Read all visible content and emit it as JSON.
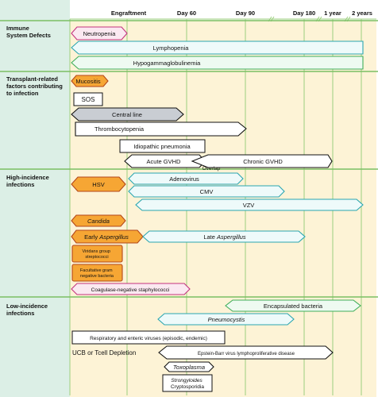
{
  "timeline": {
    "labels": [
      "Engraftment",
      "Day 60",
      "Day 90",
      "Day 180",
      "1 year",
      "2 years"
    ]
  },
  "sections": [
    {
      "id": "immune",
      "title": [
        "Immune",
        "System Defects"
      ]
    },
    {
      "id": "transplant",
      "title": [
        "Transplant-related",
        "factors contributing",
        "to infection"
      ]
    },
    {
      "id": "high",
      "title": [
        "High-incidence",
        "infections"
      ]
    },
    {
      "id": "low",
      "title": [
        "Low-incidence",
        "infections"
      ]
    }
  ],
  "bars": {
    "neutropenia": "Neutropenia",
    "lymphopenia": "Lymphopenia",
    "hypogamma": "Hypogammaglobulinemia",
    "mucositis": "Mucositis",
    "sos": "SOS",
    "central_line": "Central line",
    "thrombocytopenia": "Thrombocytopenia",
    "idiopathic_pneumonia": "Idiopathic pneumonia",
    "acute_gvhd": "Acute GVHD",
    "overlap": "Overlap",
    "chronic_gvhd": "Chronic GVHD",
    "hsv": "HSV",
    "adenovirus": "Adenovirus",
    "cmv": "CMV",
    "vzv": "VZV",
    "candida": "Candida",
    "early_aspergillus": [
      "Early ",
      "Aspergillus"
    ],
    "late_aspergillus": [
      "Late ",
      "Aspergillus"
    ],
    "viridans": [
      "Viridans group",
      "streptococci"
    ],
    "facultative": [
      "Facultative gram",
      "negative bacteria"
    ],
    "coag_neg": "Coagulase-negative staphylococci",
    "encapsulated": "Encapsulated bacteria",
    "pneumocystis": "Pneumocystis",
    "resp_viruses": "Respiratory and enteric viruses (episodic, endemic)",
    "ucb_tcell": "UCB or Tcell Depletion",
    "ebv": "Epstein-Barr virus lymphoproliferative disease",
    "toxoplasma": "Toxoplasma",
    "strongyloides": [
      "Strongyloides",
      "Cryptosporidia"
    ]
  },
  "colors": {
    "left_panel": "#dcefe6",
    "timeline_bg": "#fdf3d6",
    "grid": "#9ccf7e",
    "section_rule": "#7bbf63",
    "teal_outline": "#2aa6b0",
    "teal_fill": "#eefafa",
    "green_outline": "#3fae5a",
    "green_fill": "#eefaf1",
    "pink_outline": "#c3337f",
    "pink_fill": "#fbe9f1",
    "orange_fill": "#f6a634",
    "orange_outline": "#b3471a",
    "gray_fill": "#c9cdd3",
    "black": "#111111",
    "white": "#ffffff"
  }
}
